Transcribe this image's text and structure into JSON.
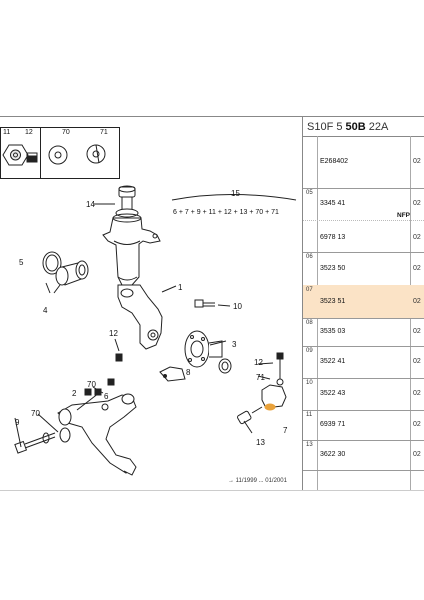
{
  "legend": {
    "labels": [
      "11",
      "12",
      "70",
      "71"
    ]
  },
  "callouts": {
    "c14": "14",
    "c15": "15",
    "c15_list": "6 + 7 + 9 + 11 + 12 + 13 + 70 + 71",
    "c5": "5",
    "c4": "4",
    "c1": "1",
    "c10": "10",
    "c12a": "12",
    "c3": "3",
    "c8": "8",
    "c12b": "12",
    "c71a": "71",
    "c70a": "70",
    "c2": "2",
    "c70b": "70",
    "c6": "6",
    "c9": "9",
    "c13": "13",
    "c7": "7"
  },
  "footer": "→ 11/1999 ... 01/2001",
  "table": {
    "header_prefix": "S10F 5",
    "header_bold": "50B",
    "header_suffix": "22A",
    "rows": [
      {
        "idx": "",
        "refs": [
          "E268402"
        ],
        "qtys": [
          "02"
        ],
        "note": "",
        "highlight": false
      },
      {
        "idx": "05",
        "refs": [
          "3345 41",
          "6978 13"
        ],
        "qtys": [
          "02",
          "02"
        ],
        "note": "NFP",
        "highlight": false
      },
      {
        "idx": "06",
        "refs": [
          "3523 50"
        ],
        "qtys": [
          "02"
        ],
        "note": "",
        "highlight": false
      },
      {
        "idx": "07",
        "refs": [
          "3523 51"
        ],
        "qtys": [
          "02"
        ],
        "note": "",
        "highlight": true
      },
      {
        "idx": "08",
        "refs": [
          "3535 03"
        ],
        "qtys": [
          "02"
        ],
        "note": "",
        "highlight": false
      },
      {
        "idx": "09",
        "refs": [
          "3522 41"
        ],
        "qtys": [
          "02"
        ],
        "note": "",
        "highlight": false
      },
      {
        "idx": "10",
        "refs": [
          "3522 43"
        ],
        "qtys": [
          "02"
        ],
        "note": "",
        "highlight": false
      },
      {
        "idx": "11",
        "refs": [
          "6939 71"
        ],
        "qtys": [
          "02"
        ],
        "note": "",
        "highlight": false
      },
      {
        "idx": "13",
        "refs": [
          "3622 30"
        ],
        "qtys": [
          "02"
        ],
        "note": "",
        "highlight": false
      }
    ]
  },
  "colors": {
    "highlight": "#fbe3c6",
    "marker": "#e9a23b",
    "line": "#222222"
  }
}
